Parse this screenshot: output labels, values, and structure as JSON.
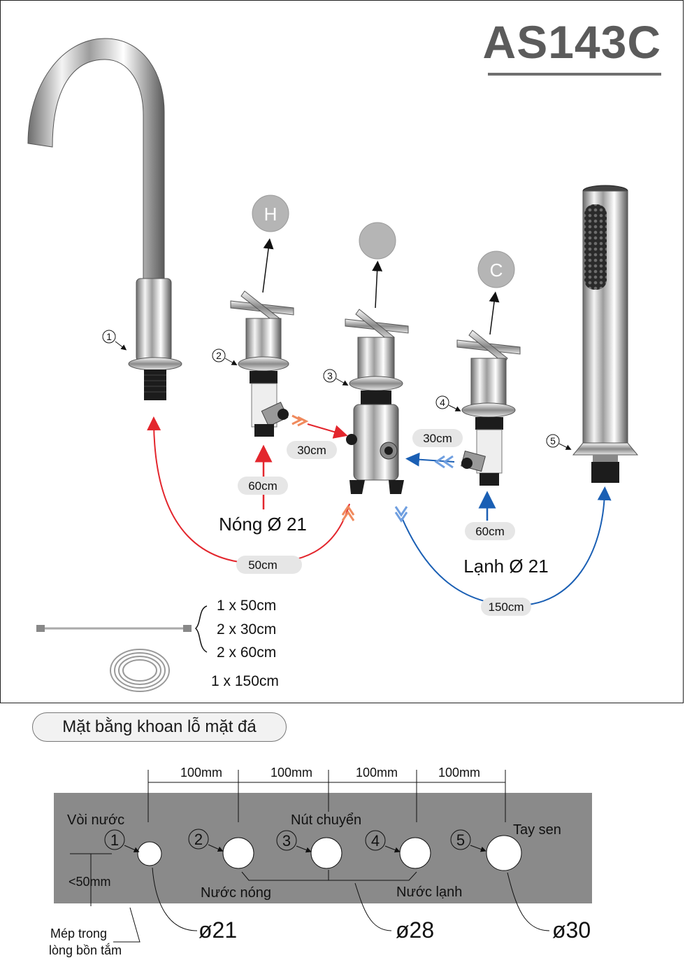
{
  "model_code": "AS143C",
  "parts": [
    {
      "number": "1"
    },
    {
      "number": "2",
      "marker": "H"
    },
    {
      "number": "3",
      "marker": ""
    },
    {
      "number": "4",
      "marker": "C"
    },
    {
      "number": "5"
    }
  ],
  "hose_labels": {
    "hot_to_valve": "30cm",
    "cold_to_valve": "30cm",
    "hot_supply": "60cm",
    "cold_supply": "60cm",
    "spout_hose": "50cm",
    "shower_hose": "150cm"
  },
  "supply_labels": {
    "hot": "Nóng Ø 21",
    "cold": "Lạnh Ø 21"
  },
  "hose_list": [
    "1 x 50cm",
    "2 x 30cm",
    "2 x 60cm",
    "1 x 150cm"
  ],
  "drilling_plan": {
    "title": "Mặt bằng khoan lỗ mặt đá",
    "spacings": [
      "100mm",
      "100mm",
      "100mm",
      "100mm"
    ],
    "labels": {
      "spout": "Vòi nước",
      "diverter": "Nút chuyển",
      "shower": "Tay sen",
      "hot": "Nước nóng",
      "cold": "Nước lạnh",
      "edge_distance": "<50mm",
      "edge_note_line1": "Mép trong",
      "edge_note_line2": "lòng bồn tắm"
    },
    "diameters": [
      "ø21",
      "ø28",
      "ø30"
    ]
  },
  "colors": {
    "hot": "#e3262d",
    "cold": "#1a5fb4",
    "slab": "#8a8a8a",
    "marker": "#b5b5b5"
  }
}
